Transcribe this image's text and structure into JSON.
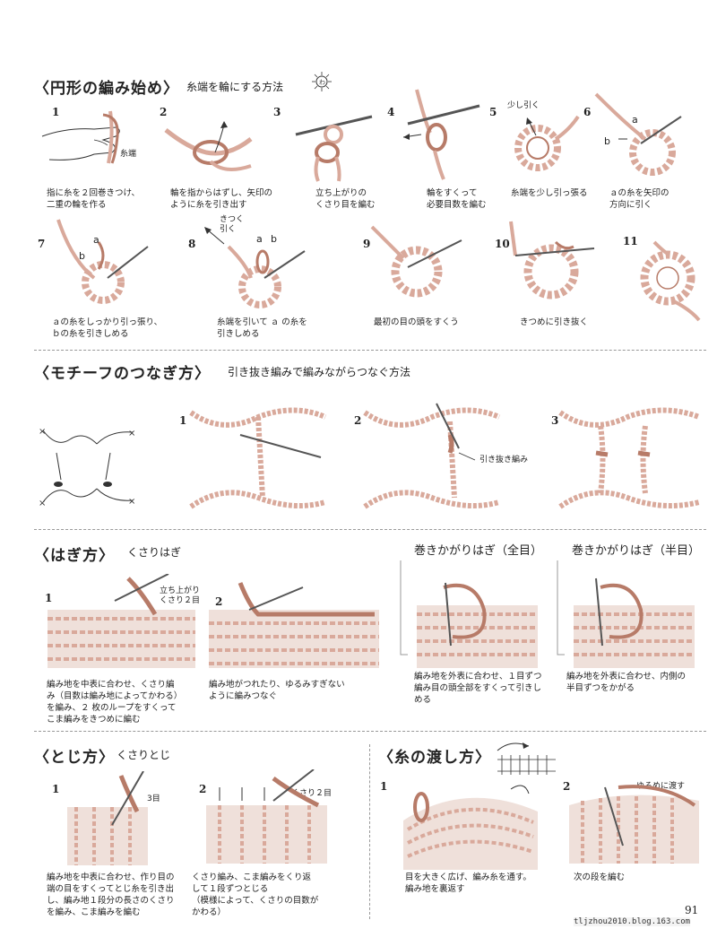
{
  "colors": {
    "yarn": "#d9a99b",
    "yarn_dark": "#b77b68",
    "line": "#333333",
    "needle": "#555555"
  },
  "sections": {
    "circle": {
      "title": "〈円形の編み始め〉",
      "subtitle": "糸端を輪にする方法",
      "icon": "circle-start-symbol",
      "steps": [
        {
          "num": "1",
          "caption": "指に糸を２回巻きつけ、\n二重の輪を作る",
          "label": "糸端"
        },
        {
          "num": "2",
          "caption": "輪を指からはずし、矢印の\nように糸を引き出す"
        },
        {
          "num": "3",
          "caption": "立ち上がりの\nくさり目を編む"
        },
        {
          "num": "4",
          "caption": "輪をすくって\n必要目数を編む"
        },
        {
          "num": "5",
          "caption": "糸端を少し引っ張る",
          "label": "少し引く"
        },
        {
          "num": "6",
          "caption": "ａの糸を矢印の\n方向に引く",
          "label_a": "a",
          "label_b": "b"
        },
        {
          "num": "7",
          "caption": "ａの糸をしっかり引っ張り、\nｂの糸を引きしめる",
          "label_a": "a",
          "label_b": "b"
        },
        {
          "num": "8",
          "caption": "糸端を引いて ａ の糸を\n引きしめる",
          "label": "きつく\n引く",
          "label_a": "a",
          "label_b": "b"
        },
        {
          "num": "9",
          "caption": "最初の目の頭をすくう"
        },
        {
          "num": "10",
          "caption": "きつめに引き抜く"
        },
        {
          "num": "11",
          "caption": ""
        }
      ]
    },
    "motif": {
      "title": "〈モチーフのつなぎ方〉",
      "subtitle": "引き抜き編みで編みながらつなぐ方法",
      "steps": [
        {
          "num": "1"
        },
        {
          "num": "2",
          "label": "引き抜き編み"
        },
        {
          "num": "3"
        }
      ]
    },
    "hagi": {
      "title": "〈はぎ方〉",
      "subtitle": "くさりはぎ",
      "steps": [
        {
          "num": "1",
          "label": "立ち上がり\nくさり２目",
          "caption": "編み地を中表に合わせ、くさり編\nみ（目数は編み地によってかわる）\nを編み、２ 枚のループをすくって\nこま編みをきつめに編む"
        },
        {
          "num": "2",
          "caption": "編み地がつれたり、ゆるみすぎない\nように編みつなぐ"
        }
      ],
      "full": {
        "title": "巻きかがりはぎ（全目）",
        "caption": "編み地を外表に合わせ、１目ずつ\n編み目の頭全部をすくって引きし\nめる"
      },
      "half": {
        "title": "巻きかがりはぎ（半目）",
        "caption": "編み地を外表に合わせ、内側の\n半目ずつをかがる"
      }
    },
    "toji": {
      "title": "〈とじ方〉",
      "subtitle": "くさりとじ",
      "steps": [
        {
          "num": "1",
          "label": "3目",
          "caption": "編み地を中表に合わせ、作り目の\n端の目をすくってとじ糸を引き出\nし、編み地１段分の長さのくさり\nを編み、こま編みを編む"
        },
        {
          "num": "2",
          "label": "くさり２目",
          "caption": "くさり編み、こま編みをくり返\nして１段ずつとじる\n（模様によって、くさりの目数が\nかわる）"
        }
      ]
    },
    "watashi": {
      "title": "〈糸の渡し方〉",
      "steps": [
        {
          "num": "1",
          "caption": "目を大きく広げ、編み糸を通す。\n編み地を裏返す"
        },
        {
          "num": "2",
          "label": "ゆるめに渡す",
          "caption": "次の段を編む"
        }
      ]
    }
  },
  "footer": {
    "url": "tljzhou2010.blog.163.com",
    "page": "91"
  }
}
